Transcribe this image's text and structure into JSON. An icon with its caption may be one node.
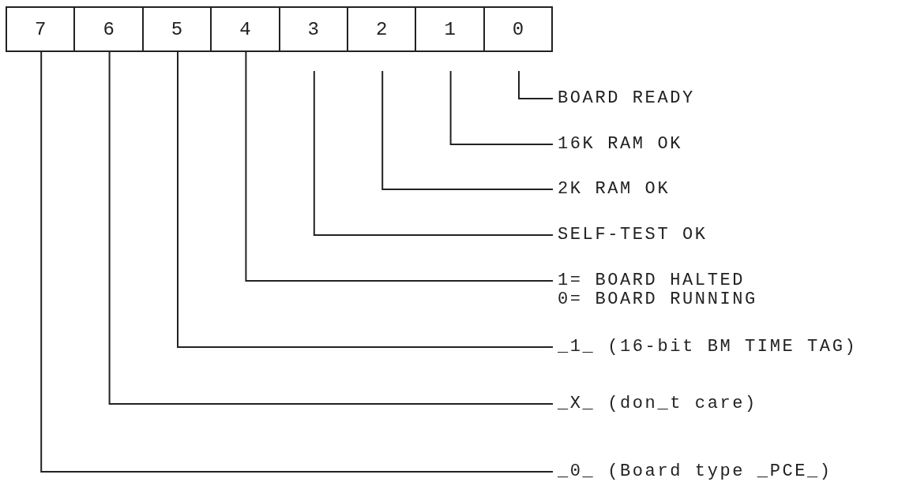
{
  "diagram": {
    "nodes": [
      {
        "text": [
          "7"
        ]
      },
      {
        "text": [
          "6"
        ]
      },
      {
        "text": [
          "5"
        ]
      },
      {
        "text": [
          "4"
        ]
      },
      {
        "text": [
          "3"
        ]
      },
      {
        "text": [
          "2"
        ]
      },
      {
        "text": [
          "1"
        ]
      },
      {
        "text": [
          "0"
        ]
      },
      {
        "text": [
          "BOARD READY"
        ]
      },
      {
        "text": [
          "16K RAM OK"
        ]
      },
      {
        "text": [
          "2K RAM OK"
        ]
      },
      {
        "text": [
          "SELF-TEST OK"
        ]
      },
      {
        "text": [
          "1= BOARD HALTED",
          "0= BOARD RUNNING"
        ]
      },
      {
        "text": [
          "_1_ (16-bit BM TIME TAG)"
        ]
      },
      {
        "text": [
          "_X_ (don_t care)"
        ]
      },
      {
        "text": [
          "_0_ (Board type _PCE_)"
        ]
      }
    ],
    "edges": [
      {
        "from": 7,
        "to": 8,
        "arrow": "none"
      },
      {
        "from": 6,
        "to": 9,
        "arrow": "none"
      },
      {
        "from": 5,
        "to": 10,
        "arrow": "none"
      },
      {
        "from": 4,
        "to": 11,
        "arrow": "none"
      },
      {
        "from": 3,
        "to": 12,
        "arrow": "none"
      },
      {
        "from": 2,
        "to": 13,
        "arrow": "none"
      },
      {
        "from": 1,
        "to": 14,
        "arrow": "none"
      },
      {
        "from": 0,
        "to": 15,
        "arrow": "none"
      }
    ]
  }
}
